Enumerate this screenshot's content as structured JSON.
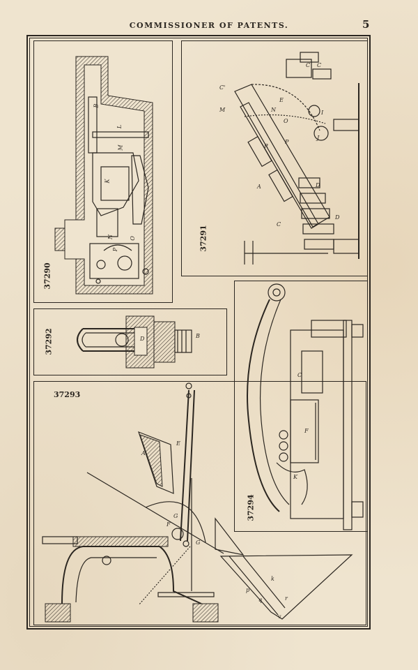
{
  "header": {
    "running_head": "COMMISSIONER OF PATENTS.",
    "page_number": "5"
  },
  "figures": [
    {
      "id": "37290",
      "labels": [
        "B",
        "L",
        "M",
        "K",
        "N",
        "O",
        "P"
      ]
    },
    {
      "id": "37291",
      "labels": [
        "C'",
        "M",
        "E",
        "N",
        "O",
        "I",
        "R",
        "P",
        "J",
        "A",
        "D",
        "C",
        "D",
        "C",
        "C"
      ]
    },
    {
      "id": "37292",
      "labels": [
        "D",
        "B"
      ]
    },
    {
      "id": "37293",
      "labels": [
        "A",
        "E",
        "G",
        "F",
        "G",
        "k",
        "p",
        "q",
        "r",
        "v"
      ]
    },
    {
      "id": "37294",
      "labels": [
        "C",
        "F",
        "K"
      ]
    }
  ]
}
